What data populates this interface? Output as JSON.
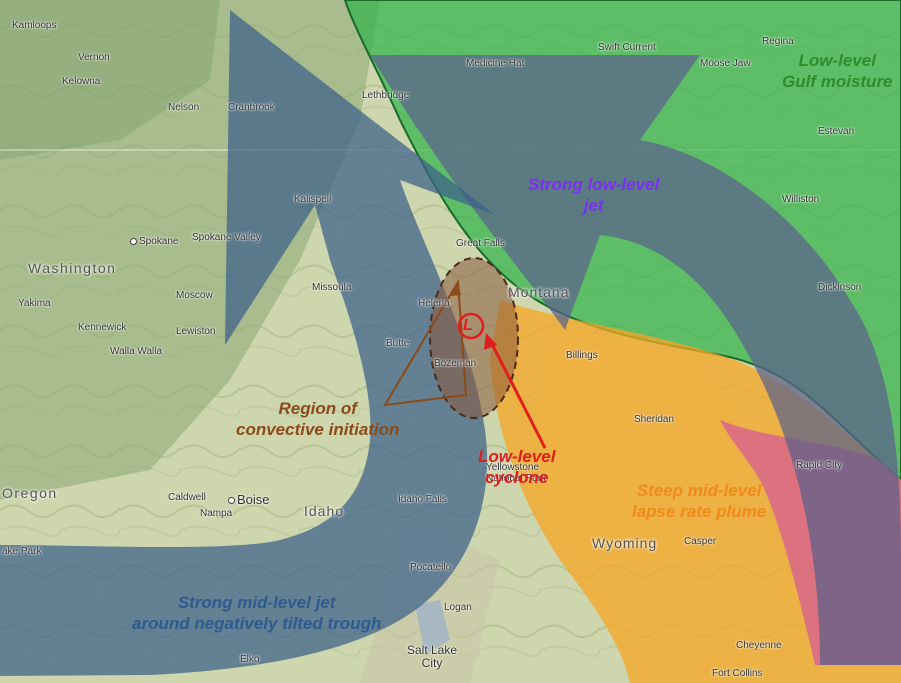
{
  "colors": {
    "map_background": "#c9d4a8",
    "mid_level_jet_arrow": "#3b5f8a",
    "low_level_jet_arrow": "#5a5f8a",
    "gulf_moisture_fill": "#2fb34a",
    "gulf_moisture_edge": "#1a6b2b",
    "lapse_rate_plume_fill": "#f5a623",
    "pink_overlap_fill": "#d9668a",
    "convective_region_fill": "#8b5a3c",
    "cyclone_red": "#e01e1e",
    "label_mid_jet": "#2e5a8f",
    "label_low_jet": "#7b2ff5",
    "label_moisture": "#2e8b2e",
    "label_lapse": "#f08a1a",
    "label_convective": "#8b4a1a",
    "label_cyclone": "#e01e1e"
  },
  "annotations": {
    "mid_level_jet": [
      "Strong mid-level jet",
      "around negatively tilted trough"
    ],
    "low_level_jet": [
      "Strong low-level",
      "jet"
    ],
    "gulf_moisture": [
      "Low-level",
      "Gulf moisture"
    ],
    "lapse_rate": [
      "Steep mid-level",
      "lapse rate plume"
    ],
    "convective": [
      "Region of",
      "convective initiation"
    ],
    "cyclone": [
      "Low-level",
      "cyclone"
    ],
    "cyclone_symbol": "L"
  },
  "regions": [
    {
      "id": "washington",
      "label": "Washington",
      "style": "state-lg"
    },
    {
      "id": "oregon",
      "label": "Oregon",
      "style": "state-lg"
    },
    {
      "id": "idaho",
      "label": "Idaho",
      "style": "state"
    },
    {
      "id": "montana",
      "label": "Montana",
      "style": "state"
    },
    {
      "id": "wyoming",
      "label": "Wyoming",
      "style": "state"
    }
  ],
  "cities": [
    {
      "id": "kamloops",
      "label": "Kamloops"
    },
    {
      "id": "vernon",
      "label": "Vernon"
    },
    {
      "id": "kelowna",
      "label": "Kelowna"
    },
    {
      "id": "nelson",
      "label": "Nelson"
    },
    {
      "id": "cranbrook",
      "label": "Cranbrook"
    },
    {
      "id": "lethbridge",
      "label": "Lethbridge"
    },
    {
      "id": "medicine-hat",
      "label": "Medicine Hat"
    },
    {
      "id": "swift-current",
      "label": "Swift Current"
    },
    {
      "id": "regina",
      "label": "Regina"
    },
    {
      "id": "moose-jaw",
      "label": "Moose Jaw"
    },
    {
      "id": "estevan",
      "label": "Estevan"
    },
    {
      "id": "kalispell",
      "label": "Kalispell"
    },
    {
      "id": "williston",
      "label": "Williston"
    },
    {
      "id": "spokane",
      "label": "Spokane"
    },
    {
      "id": "spokane-valley",
      "label": "Spokane Valley"
    },
    {
      "id": "great-falls",
      "label": "Great Falls"
    },
    {
      "id": "yakima",
      "label": "Yakima"
    },
    {
      "id": "moscow",
      "label": "Moscow"
    },
    {
      "id": "missoula",
      "label": "Missoula"
    },
    {
      "id": "helena",
      "label": "Helena"
    },
    {
      "id": "dickinson",
      "label": "Dickinson"
    },
    {
      "id": "kennewick",
      "label": "Kennewick"
    },
    {
      "id": "lewiston",
      "label": "Lewiston"
    },
    {
      "id": "walla-walla",
      "label": "Walla Walla"
    },
    {
      "id": "butte",
      "label": "Butte"
    },
    {
      "id": "billings",
      "label": "Billings"
    },
    {
      "id": "bozeman",
      "label": "Bozeman"
    },
    {
      "id": "sheridan",
      "label": "Sheridan"
    },
    {
      "id": "rapid-city",
      "label": "Rapid City"
    },
    {
      "id": "yellowstone",
      "label": "Yellowstone National Park"
    },
    {
      "id": "caldwell",
      "label": "Caldwell"
    },
    {
      "id": "boise",
      "label": "Boise"
    },
    {
      "id": "nampa",
      "label": "Nampa"
    },
    {
      "id": "idaho-falls",
      "label": "Idaho Falls"
    },
    {
      "id": "casper",
      "label": "Casper"
    },
    {
      "id": "pocatello",
      "label": "Pocatello"
    },
    {
      "id": "logan",
      "label": "Logan"
    },
    {
      "id": "cheyenne",
      "label": "Cheyenne"
    },
    {
      "id": "elko",
      "label": "Elko"
    },
    {
      "id": "salt-lake-city",
      "label": "Salt Lake City"
    },
    {
      "id": "fort-collins",
      "label": "Fort Collins"
    },
    {
      "id": "lake-park",
      "label": "ake Park"
    }
  ]
}
